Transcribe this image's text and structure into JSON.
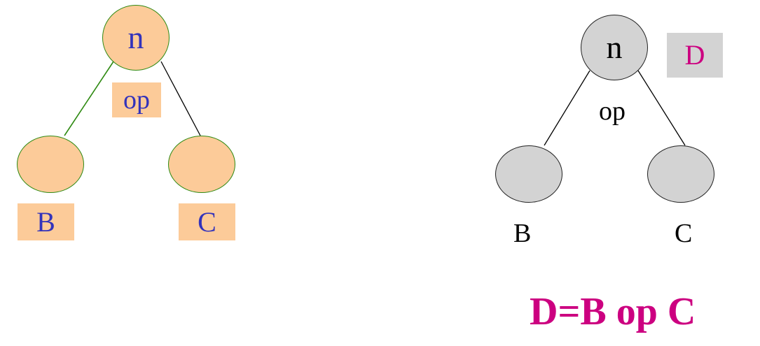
{
  "left_tree": {
    "root": "n",
    "op": "op",
    "left_child": "B",
    "right_child": "C"
  },
  "right_tree": {
    "root": "n",
    "op": "op",
    "result": "D",
    "left_child": "B",
    "right_child": "C"
  },
  "formula": "D=B op C",
  "colors": {
    "orange_fill": "#fccb99",
    "green_outline": "#2f8a12",
    "gray_fill": "#d3d3d3",
    "blue_text": "#3333bb",
    "magenta_text": "#cc0080"
  }
}
